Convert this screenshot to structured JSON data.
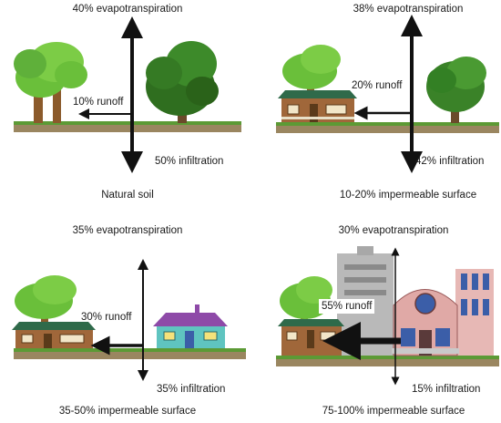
{
  "panels": [
    {
      "evapotranspiration": "40% evapotranspiration",
      "runoff": "10% runoff",
      "infiltration": "50% infiltration",
      "caption": "Natural soil",
      "values": {
        "evapotranspiration_pct": 40,
        "runoff_pct": 10,
        "infiltration_pct": 50
      }
    },
    {
      "evapotranspiration": "38% evapotranspiration",
      "runoff": "20% runoff",
      "infiltration": "42% infiltration",
      "caption": "10-20% impermeable surface",
      "values": {
        "evapotranspiration_pct": 38,
        "runoff_pct": 20,
        "infiltration_pct": 42
      }
    },
    {
      "evapotranspiration": "35% evapotranspiration",
      "runoff": "30% runoff",
      "infiltration": "35% infiltration",
      "caption": "35-50% impermeable surface",
      "values": {
        "evapotranspiration_pct": 35,
        "runoff_pct": 30,
        "infiltration_pct": 35
      }
    },
    {
      "evapotranspiration": "30% evapotranspiration",
      "runoff": "55% runoff",
      "infiltration": "15% infiltration",
      "caption": "75-100% impermeable surface",
      "values": {
        "evapotranspiration_pct": 30,
        "runoff_pct": 55,
        "infiltration_pct": 15
      }
    }
  ],
  "colors": {
    "foliage": "#6abf3a",
    "foliage_dark": "#2f6e1f",
    "trunk": "#8b5a2b",
    "ground": "#9a8660",
    "arrow": "#111111",
    "house_wall": "#a0673a",
    "roof_green": "#2f6a4a",
    "roof_purple": "#8e4aa8",
    "wall_teal": "#5fc4c0",
    "building_gray": "#b9b9b9",
    "building_pink": "#e7b8b5"
  }
}
